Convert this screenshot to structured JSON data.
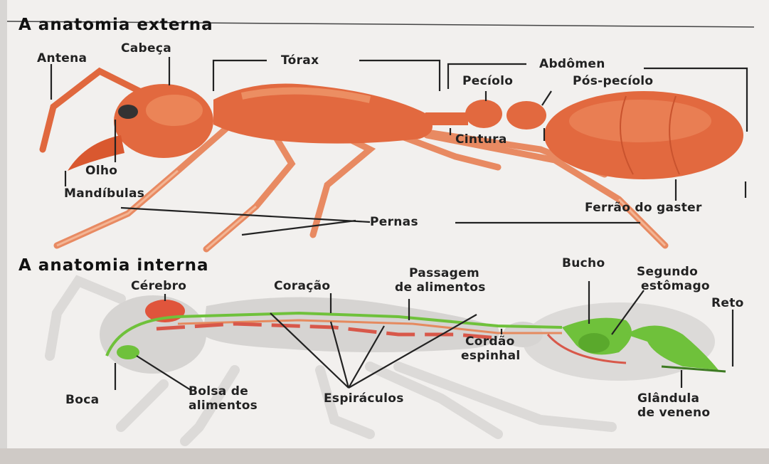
{
  "external": {
    "heading": "A anatomia externa",
    "labels": {
      "antena": "Antena",
      "cabeca": "Cabeça",
      "torax": "Tórax",
      "abdomen": "Abdômen",
      "peciolo": "Pecíolo",
      "pos_peciolo": "Pós-pecíolo",
      "cintura": "Cintura",
      "olho": "Olho",
      "mandibulas": "Mandíbulas",
      "pernas": "Pernas",
      "ferrao": "Ferrão do gaster"
    }
  },
  "internal": {
    "heading": "A anatomia interna",
    "labels": {
      "cerebro": "Cérebro",
      "coracao": "Coração",
      "passagem_1": "Passagem",
      "passagem_2": "de alimentos",
      "bucho": "Bucho",
      "segundo_1": "Segundo",
      "segundo_2": "estômago",
      "reto": "Reto",
      "cordao_1": "Cordão",
      "cordao_2": "espinhal",
      "boca": "Boca",
      "bolsa_1": "Bolsa de",
      "bolsa_2": "alimentos",
      "espiraculos": "Espiráculos",
      "glandula_1": "Glândula",
      "glandula_2": "de veneno"
    }
  },
  "colors": {
    "ant_body": "#e2693f",
    "ant_highlight": "#f29a6c",
    "ghost": "#d6d4d2",
    "organ_green": "#6fc13b",
    "brain_red": "#e0553c",
    "nerve_red": "#d8584a"
  }
}
